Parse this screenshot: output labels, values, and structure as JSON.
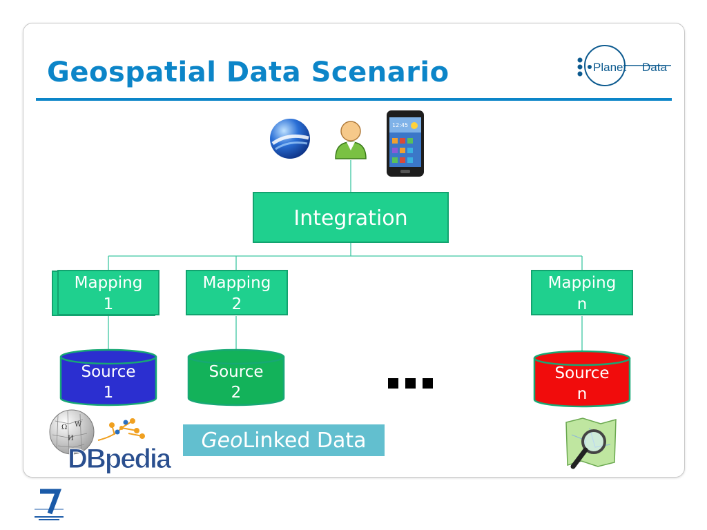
{
  "slide": {
    "title": "Geospatial Data Scenario",
    "logo_text_left": "Planet",
    "logo_text_right": "Data"
  },
  "diagram": {
    "integration": "Integration",
    "mappings": [
      {
        "line1": "Mapping",
        "line2": "1"
      },
      {
        "line1": "Mapping",
        "line2": "2"
      },
      {
        "line1": "Mapping",
        "line2": "n"
      }
    ],
    "sources": [
      {
        "line1": "Source",
        "line2": "1",
        "color": "#2b2fd0"
      },
      {
        "line1": "Source",
        "line2": "2",
        "color": "#13b25a"
      },
      {
        "line1": "Source",
        "line2": "n",
        "color": "#f10c0c"
      }
    ],
    "ellipsis": "..."
  },
  "logos": {
    "dbpedia": "DBpedia",
    "geolinked_italic": "Geo",
    "geolinked_rest": "Linked Data",
    "phone_time": "12:45"
  },
  "colors": {
    "title_blue": "#0c85c8",
    "box_green": "#1fd08e",
    "connector": "#3cc6a0"
  },
  "icons": [
    "google-earth-icon",
    "user-icon",
    "smartphone-icon",
    "wikipedia-globe-icon",
    "openstreetmap-icon",
    "fp7-logo-icon"
  ]
}
